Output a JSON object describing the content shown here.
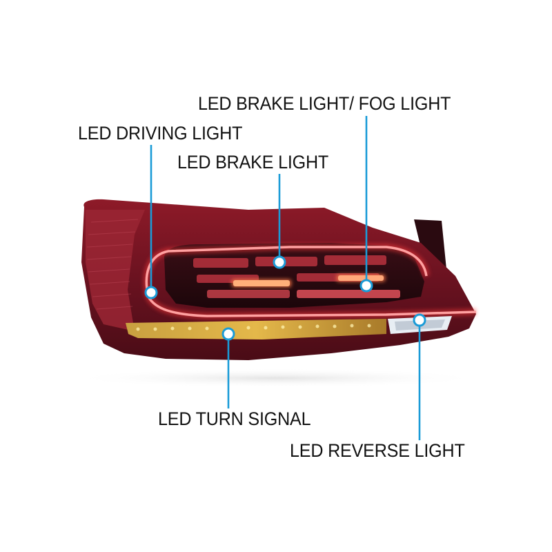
{
  "callouts": {
    "brake_fog": "LED  BRAKE LIGHT/ FOG LIGHT",
    "driving": "LED  DRIVING  LIGHT",
    "brake": "LED  BRAKE LIGHT",
    "turn": "LED TURN SIGNAL",
    "reverse": "LED REVERSE LIGHT"
  },
  "colors": {
    "leader_line": "#1a9bd7",
    "marker_fill": "#ffffff",
    "lamp_body": "#7a1420",
    "lamp_dark": "#2a0a10",
    "light_bar": "#ff5a5a",
    "turn_strip": "#e8b83a",
    "reverse_lens": "#e8eef4"
  }
}
